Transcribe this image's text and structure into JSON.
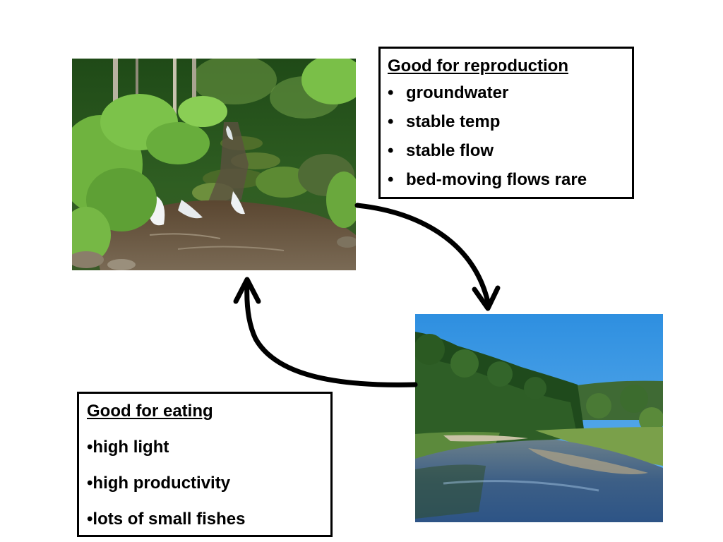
{
  "reproduction_box": {
    "title": "Good for reproduction",
    "items": [
      "groundwater",
      "stable temp",
      "stable flow",
      "bed-moving flows rare"
    ]
  },
  "eating_box": {
    "title": "Good for eating",
    "items": [
      "•high light",
      "•high productivity",
      "•lots of small fishes"
    ]
  },
  "colors": {
    "arrow": "#000000",
    "box_border": "#000000"
  }
}
